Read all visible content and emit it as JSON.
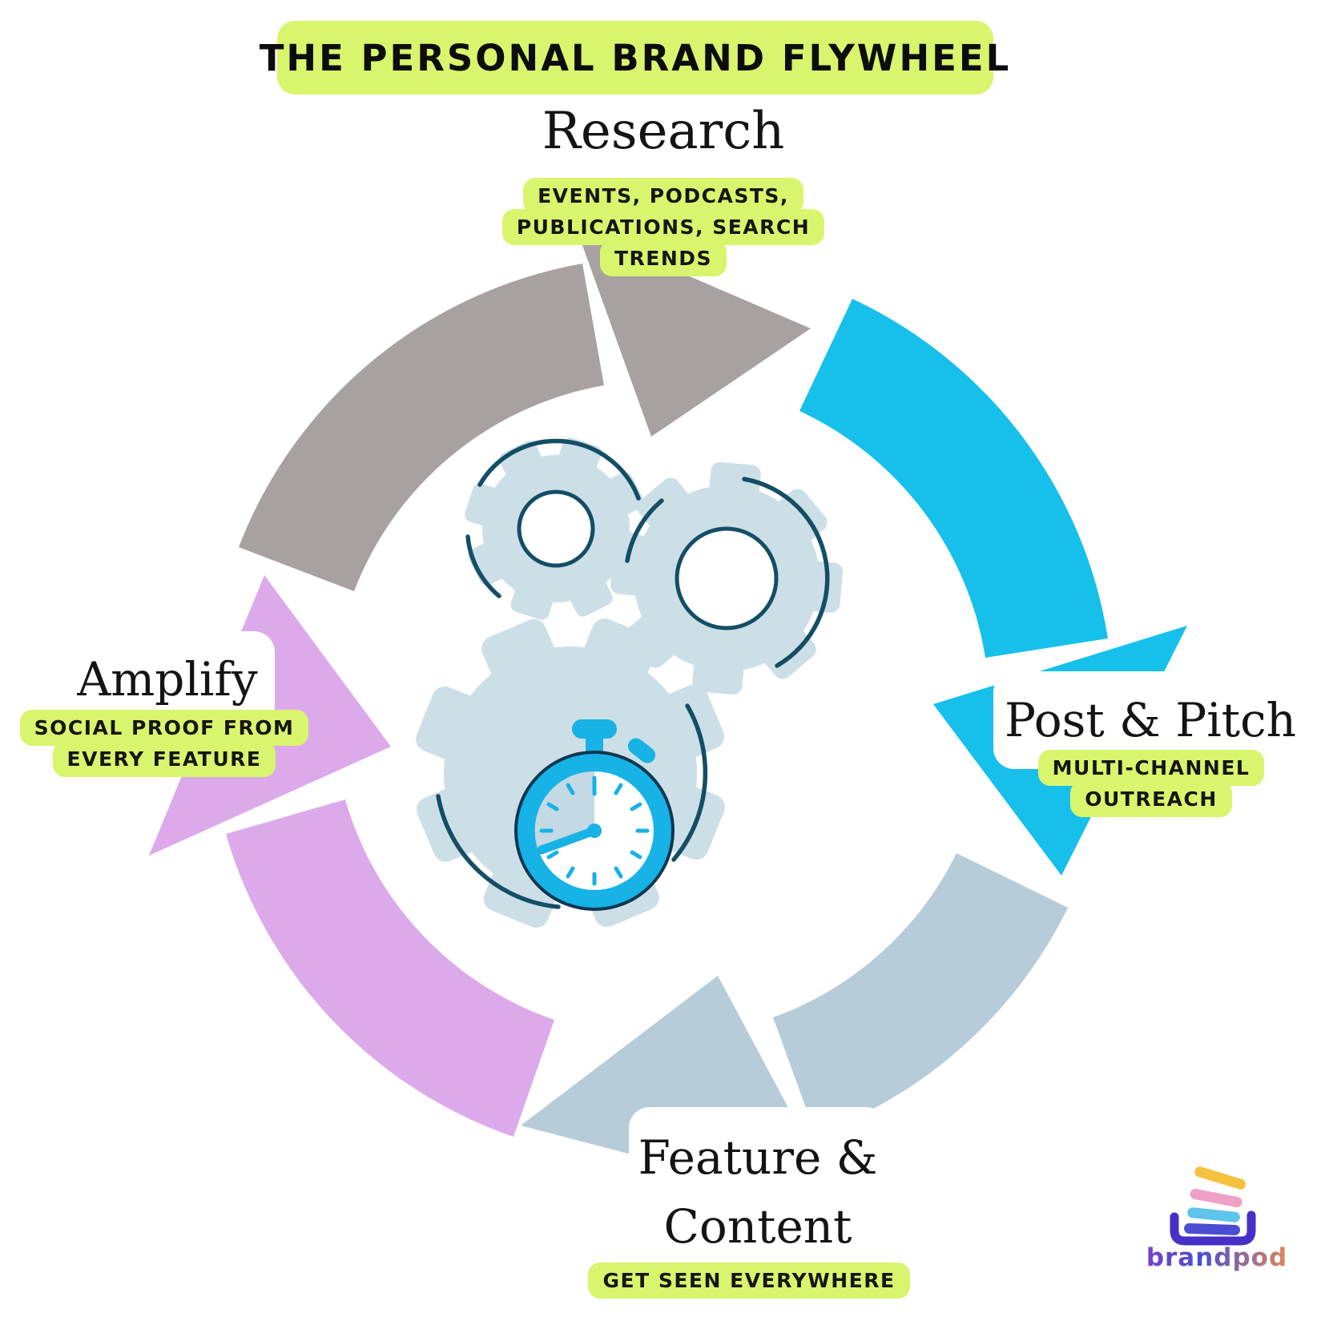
{
  "title": "THE PERSONAL BRAND FLYWHEEL",
  "stages": [
    {
      "name": "Research",
      "caption_lines": [
        "EVENTS, PODCASTS,",
        "PUBLICATIONS, SEARCH",
        "TRENDS"
      ]
    },
    {
      "name": "Post & Pitch",
      "caption_lines": [
        "MULTI-CHANNEL",
        "OUTREACH"
      ]
    },
    {
      "name": "Feature & Content",
      "name_lines": [
        "Feature &",
        "Content"
      ],
      "caption_lines": [
        "GET SEEN EVERYWHERE"
      ]
    },
    {
      "name": "Amplify",
      "caption_lines": [
        "SOCIAL PROOF FROM",
        "EVERY FEATURE"
      ]
    }
  ],
  "logo": {
    "text": "brandpod"
  },
  "icons": [
    "gears-icon",
    "stopwatch-icon",
    "brandpod-logo-icon"
  ],
  "colors": {
    "lime": "#d9f56d",
    "arrow-gray": "#a8a1a1",
    "arrow-blue": "#16c0ea",
    "arrow-lightblue": "#b7ccd9",
    "arrow-purple": "#dcaaeb",
    "gear-fill": "#cddfe6",
    "gear-outline": "#134e66",
    "stopwatch-blue": "#17b2e6",
    "stopwatch-face": "#ffffff",
    "stopwatch-sector": "#c3d9e3",
    "card-white": "#ffffff",
    "ink": "#141414"
  }
}
